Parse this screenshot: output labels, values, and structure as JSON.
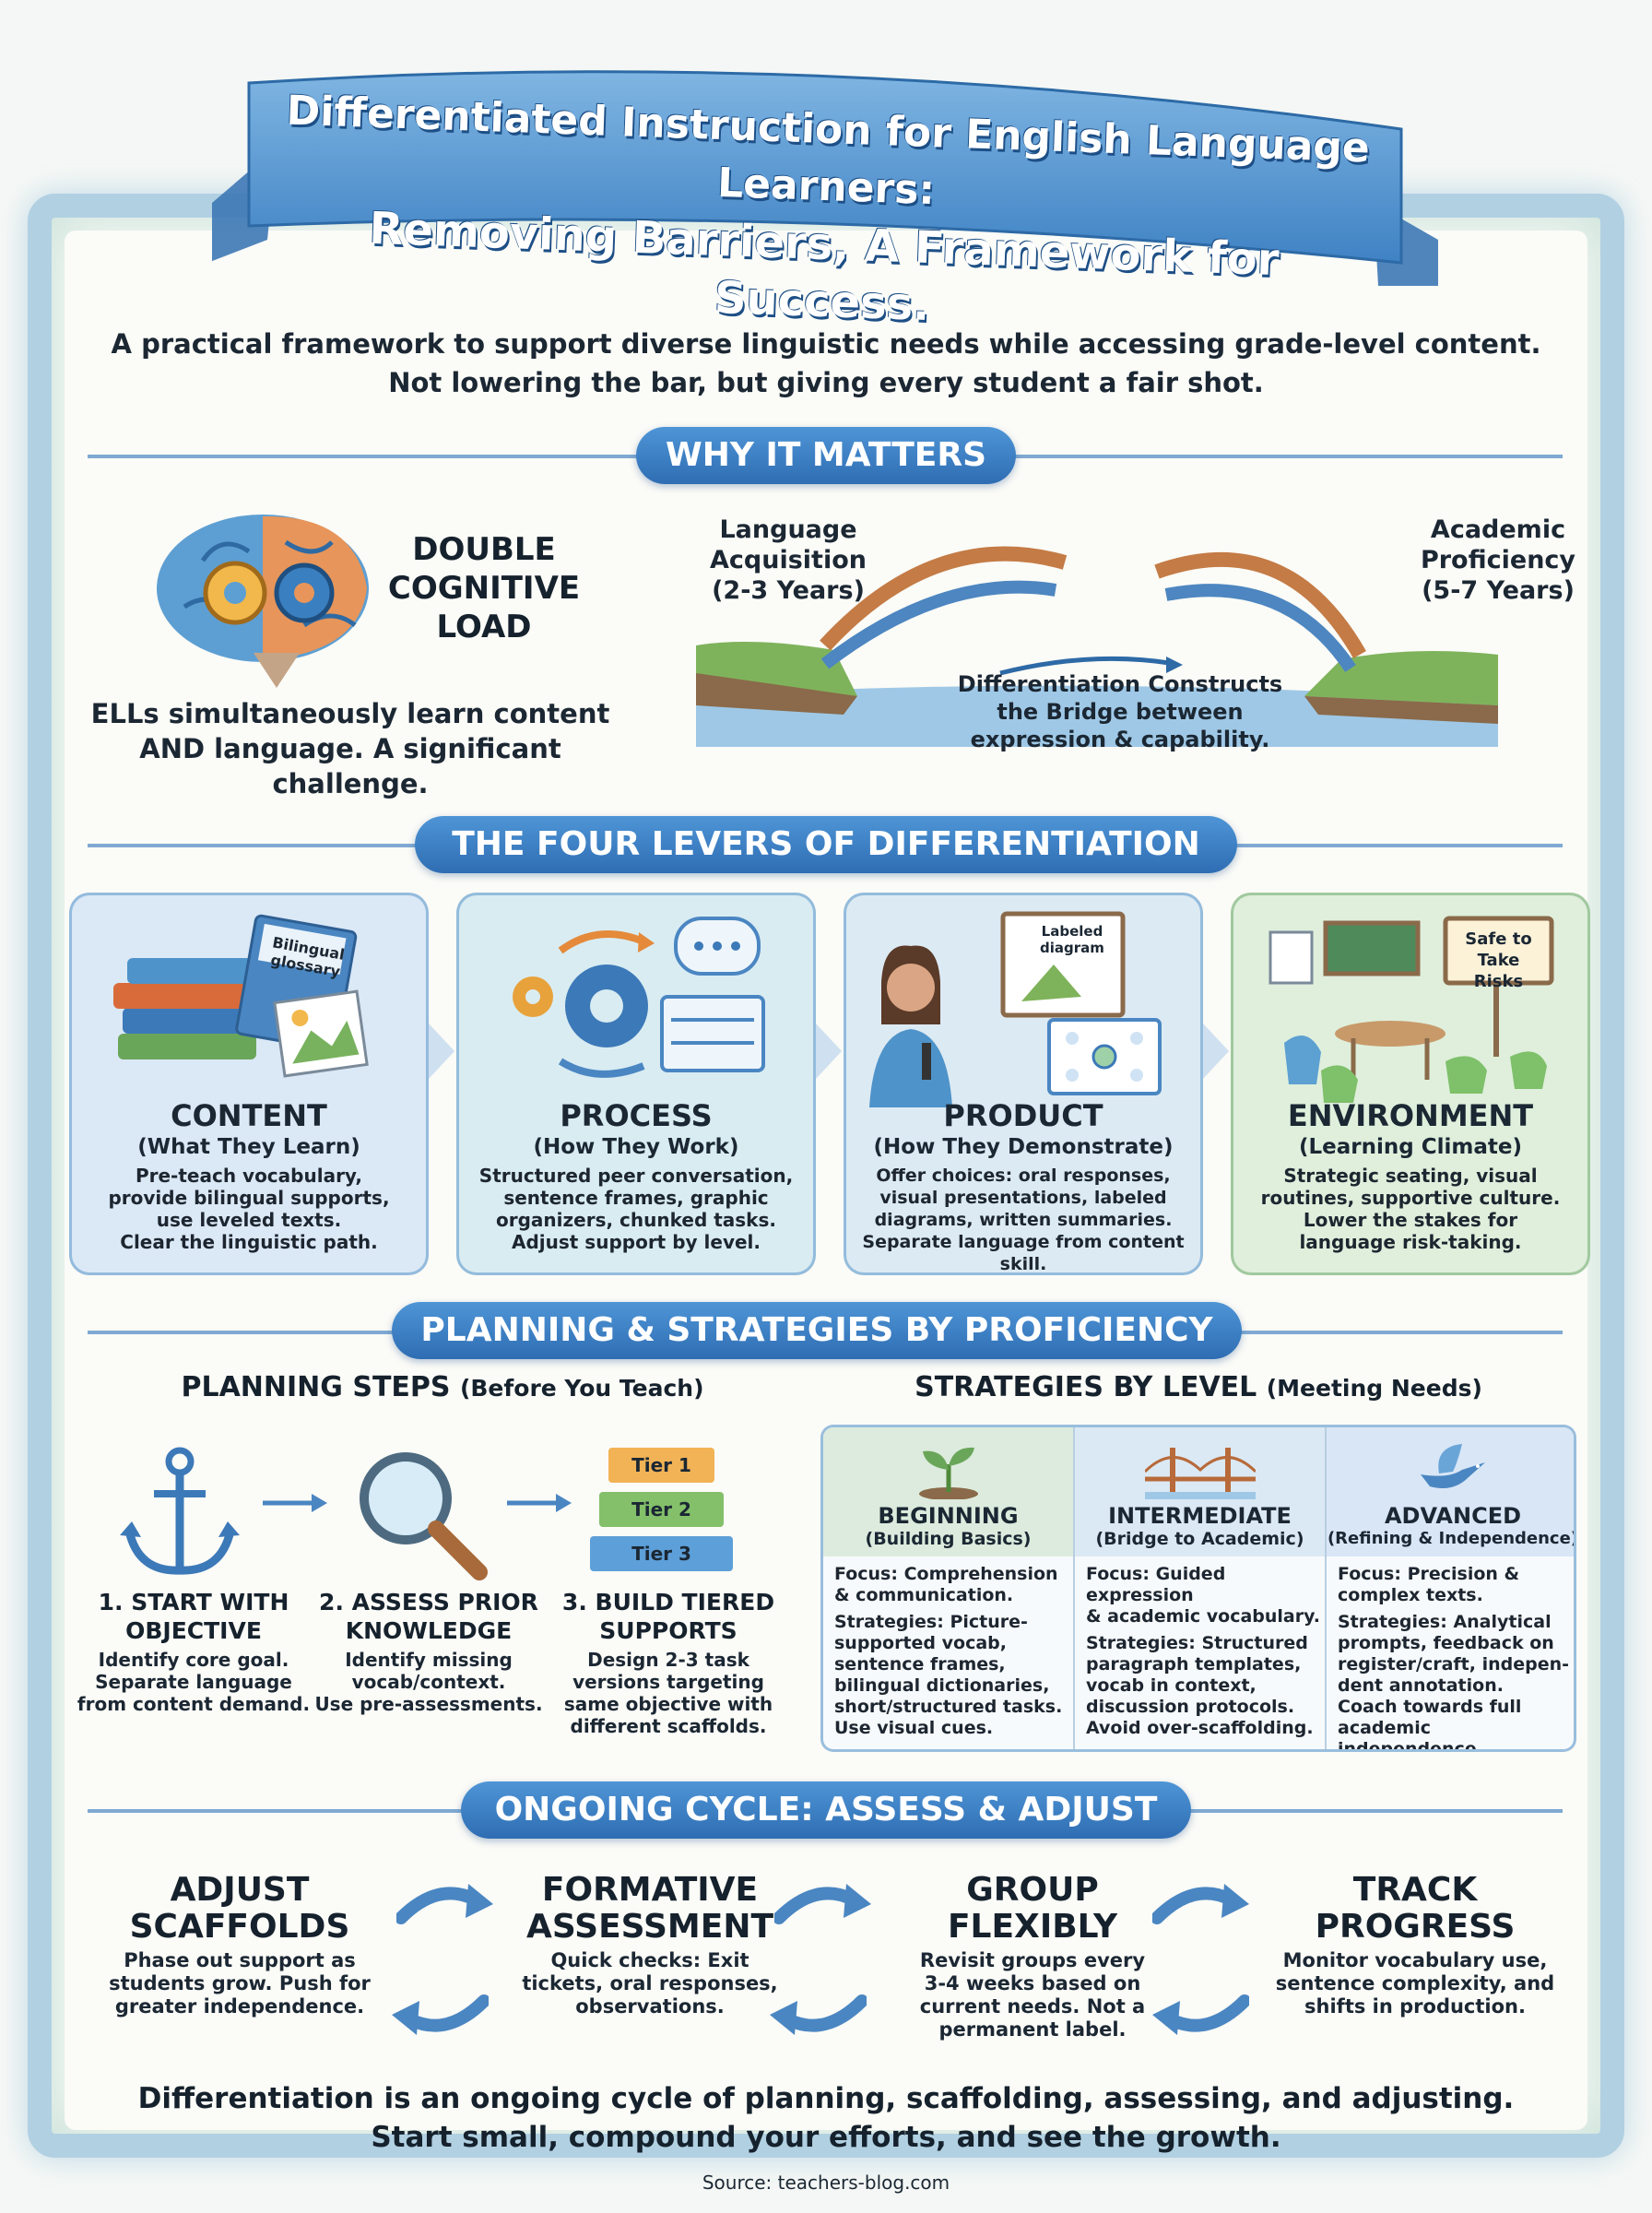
{
  "banner": {
    "line1": "Differentiated Instruction for English Language Learners:",
    "line2": "Removing Barriers, A Framework for Success."
  },
  "subtitle": {
    "line1": "A practical framework to support diverse linguistic needs while accessing grade-level content.",
    "line2": "Not lowering the bar, but giving every student a fair shot."
  },
  "why": {
    "heading": "WHY IT MATTERS",
    "load_title": [
      "DOUBLE",
      "COGNITIVE",
      "LOAD"
    ],
    "load_text": [
      "ELLs simultaneously learn content",
      "AND language. A significant challenge."
    ],
    "left_label": [
      "Language",
      "Acquisition",
      "(2-3 Years)"
    ],
    "right_label": [
      "Academic",
      "Proficiency",
      "(5-7 Years)"
    ],
    "bridge_caption": [
      "Differentiation Constructs",
      "the Bridge between",
      "expression & capability."
    ]
  },
  "levers": {
    "heading": "THE FOUR LEVERS OF DIFFERENTIATION",
    "items": [
      {
        "title": "CONTENT",
        "sub": "(What They Learn)",
        "art_label": "Bilingual glossary",
        "body": [
          "Pre-teach vocabulary,",
          "provide bilingual supports,",
          "use leveled texts.",
          "Clear the linguistic path."
        ],
        "color": "#dbe8f6"
      },
      {
        "title": "PROCESS",
        "sub": "(How They Work)",
        "art_label": "",
        "body": [
          "Structured peer conversation,",
          "sentence frames, graphic",
          "organizers, chunked tasks.",
          "Adjust support by level."
        ],
        "color": "#d9ecf2"
      },
      {
        "title": "PRODUCT",
        "sub": "(How They Demonstrate)",
        "art_label": "Labeled diagram",
        "body": [
          "Offer choices: oral responses,",
          "visual presentations, labeled",
          "diagrams, written summaries.",
          "Separate language from content skill."
        ],
        "color": "#dceaf3"
      },
      {
        "title": "ENVIRONMENT",
        "sub": "(Learning Climate)",
        "art_label": "Safe to Take Risks",
        "body": [
          "Strategic seating, visual",
          "routines, supportive culture.",
          "Lower the stakes for",
          "language risk-taking."
        ],
        "color": "#dfefdc"
      }
    ]
  },
  "planning": {
    "heading": "PLANNING & STRATEGIES BY PROFICIENCY",
    "steps_title": "PLANNING STEPS",
    "steps_sub": "(Before You Teach)",
    "steps": [
      {
        "title": [
          "1. START WITH",
          "OBJECTIVE"
        ],
        "body": [
          "Identify core goal.",
          "Separate language",
          "from content demand."
        ],
        "icon": "anchor-icon"
      },
      {
        "title": [
          "2. ASSESS PRIOR",
          "KNOWLEDGE"
        ],
        "body": [
          "Identify missing",
          "vocab/context.",
          "Use pre-assessments."
        ],
        "icon": "magnifier-icon"
      },
      {
        "title": [
          "3. BUILD TIERED",
          "SUPPORTS"
        ],
        "body": [
          "Design 2-3 task",
          "versions targeting",
          "same objective with",
          "different scaffolds."
        ],
        "icon": "tiers-icon"
      }
    ],
    "tiers": [
      "Tier 1",
      "Tier 2",
      "Tier 3"
    ],
    "strat_title": "STRATEGIES BY LEVEL",
    "strat_sub": "(Meeting Needs)",
    "levels": [
      {
        "title": "BEGINNING",
        "sub": "(Building Basics)",
        "body": [
          "Focus: Comprehension",
          "& communication.",
          "Strategies: Picture-",
          "supported vocab,",
          "sentence frames,",
          "bilingual dictionaries,",
          "short/structured tasks.",
          "Use visual cues."
        ]
      },
      {
        "title": "INTERMEDIATE",
        "sub": "(Bridge to Academic)",
        "body": [
          "Focus: Guided expression",
          "& academic vocabulary.",
          "Strategies: Structured",
          "paragraph templates,",
          "vocab in context,",
          "discussion protocols.",
          "Avoid over-scaffolding."
        ]
      },
      {
        "title": "ADVANCED",
        "sub": "(Refining & Independence)",
        "body": [
          "Focus: Precision &",
          "complex texts.",
          "Strategies: Analytical",
          "prompts, feedback on",
          "register/craft, indepen-",
          "dent annotation.",
          "Coach towards full",
          "academic independence."
        ]
      }
    ]
  },
  "cycle": {
    "heading": "ONGOING CYCLE: ASSESS & ADJUST",
    "stages": [
      {
        "title": [
          "ADJUST",
          "SCAFFOLDS"
        ],
        "body": [
          "Phase out support as",
          "students grow. Push for",
          "greater independence."
        ]
      },
      {
        "title": [
          "FORMATIVE",
          "ASSESSMENT"
        ],
        "body": [
          "Quick checks: Exit",
          "tickets, oral responses,",
          "observations."
        ]
      },
      {
        "title": [
          "GROUP",
          "FLEXIBLY"
        ],
        "body": [
          "Revisit groups every",
          "3-4 weeks based on",
          "current needs. Not a",
          "permanent label."
        ]
      },
      {
        "title": [
          "TRACK",
          "PROGRESS"
        ],
        "body": [
          "Monitor vocabulary use,",
          "sentence complexity, and",
          "shifts in production."
        ]
      }
    ]
  },
  "closing": {
    "line1": "Differentiation is an ongoing cycle of planning, scaffolding, assessing, and adjusting.",
    "line2": "Start small, compound your efforts, and see the growth."
  },
  "source": "Source: teachers-blog.com"
}
